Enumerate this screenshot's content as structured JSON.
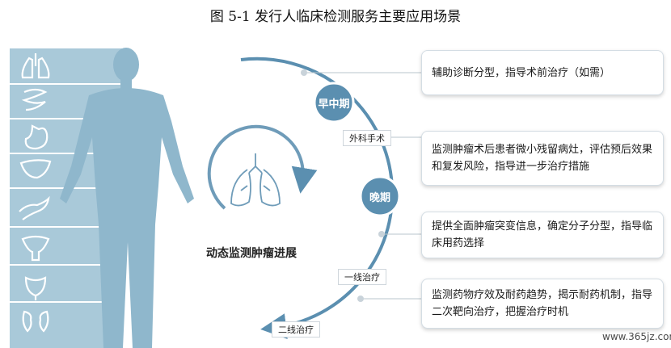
{
  "title": "图 5-1 发行人临床检测服务主要应用场景",
  "center_label": "动态监测肿瘤进展",
  "stages": {
    "early": "早中期",
    "late": "晚期"
  },
  "tags": {
    "surgery": "外科手术",
    "first_line": "一线治疗",
    "second_line": "二线治疗"
  },
  "boxes": [
    {
      "text": "辅助诊断分型，指导术前治疗（如需）"
    },
    {
      "text": "监测肿瘤术后患者微小残留病灶，评估预后效果和复发风险，指导进一步治疗措施"
    },
    {
      "text": "提供全面肿瘤突变信息，确定分子分型，指导临床用药选择"
    },
    {
      "text": "监测药物疗效及耐药趋势，揭示耐药机制，指导二次靶向治疗，把握治疗时机"
    }
  ],
  "organ_icons": [
    "lungs-icon",
    "intestine-icon",
    "stomach-icon",
    "liver-icon",
    "pancreas-icon",
    "uterus-icon",
    "bladder-icon",
    "kidney-icon"
  ],
  "colors": {
    "accent": "#5b8fb0",
    "silhouette": "#8fb7cc",
    "panel": "#a9c9d9"
  },
  "watermark": "www.365jz.com"
}
